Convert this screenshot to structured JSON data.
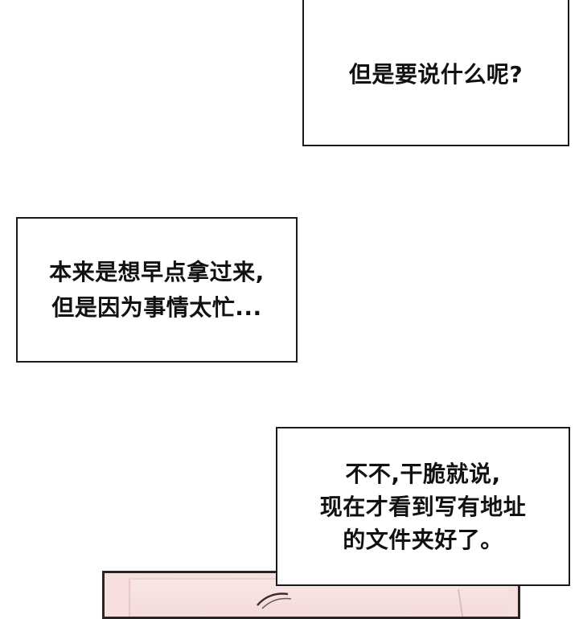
{
  "bubbles": [
    {
      "lines": [
        "但是要说什么呢?"
      ]
    },
    {
      "lines": [
        "本来是想早点拿过来,",
        "但是因为事情太忙..."
      ]
    },
    {
      "lines": [
        "不不,干脆就说,",
        "现在才看到写有地址",
        "的文件夹好了。"
      ]
    }
  ],
  "colors": {
    "background": "#ffffff",
    "bubble_border": "#1a1a1a",
    "text": "#111111",
    "panel_tint": "#f4e1e0",
    "panel_border": "#2a2324"
  }
}
